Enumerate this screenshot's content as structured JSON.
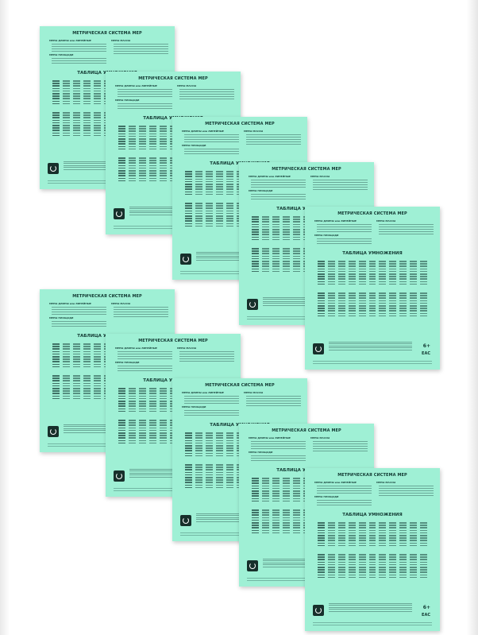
{
  "image": {
    "description_items": "two cascades of five identical mint-green school notebook back covers",
    "cover": {
      "title": "МЕТРИЧЕСКАЯ СИСТЕМА МЕР",
      "left_block_heading": "МЕРЫ ДЛИНЫ или ЛИНЕЙНЫЕ",
      "right_block_heading": "МЕРЫ МАССЫ",
      "middle_heading": "МЕРЫ ПЛОЩАДИ",
      "table_title": "ТАБЛИЦА УМНОЖЕНИЯ",
      "age_mark": "6+",
      "eac_mark": "EAC",
      "cover_color": "#9ff0d5"
    }
  }
}
